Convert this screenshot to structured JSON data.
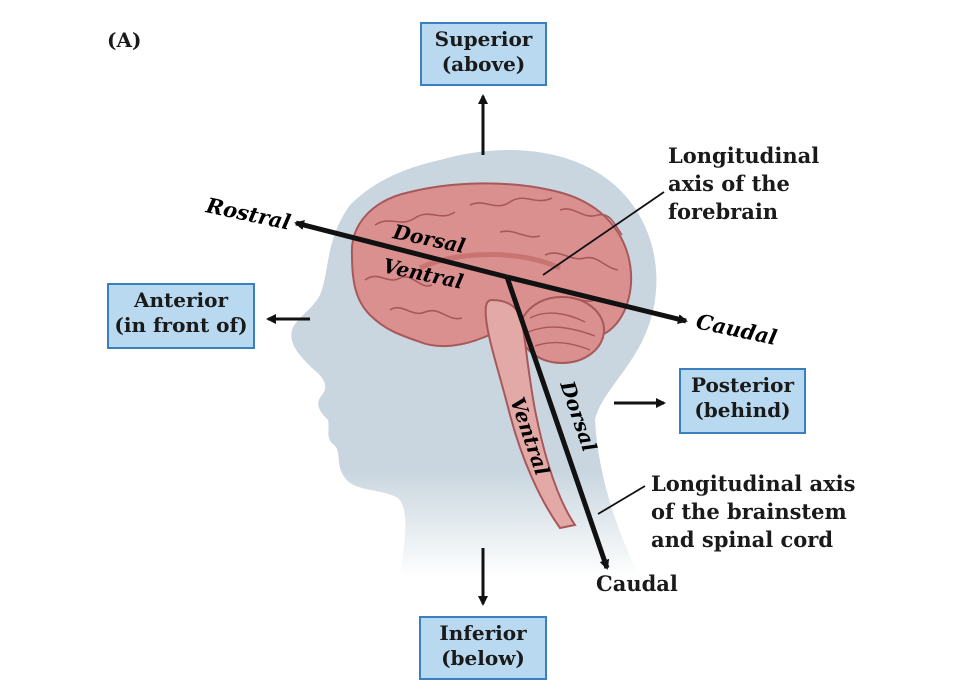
{
  "panel_label": "(A)",
  "boxes": {
    "superior": [
      "Superior",
      "(above)"
    ],
    "anterior": [
      "Anterior",
      "(in front of)"
    ],
    "posterior": [
      "Posterior",
      "(behind)"
    ],
    "inferior": [
      "Inferior",
      "(below)"
    ]
  },
  "axis_labels": {
    "rostral": "Rostral",
    "dorsal_forebrain": "Dorsal",
    "ventral_forebrain": "Ventral",
    "caudal_forebrain": "Caudal",
    "dorsal_brainstem": "Dorsal",
    "ventral_brainstem": "Ventral",
    "caudal_brainstem": "Caudal"
  },
  "callouts": {
    "forebrain_axis": [
      "Longitudinal",
      "axis of the",
      "forebrain"
    ],
    "brainstem_axis": [
      "Longitudinal axis",
      "of the brainstem",
      "and spinal cord"
    ]
  },
  "colors": {
    "head": "#c9d6df",
    "brain": "#d9908f",
    "brain_dark": "#a8585a",
    "box_fill": "#b9d9f0",
    "box_border": "#3a7fc0",
    "axis": "#111111"
  }
}
